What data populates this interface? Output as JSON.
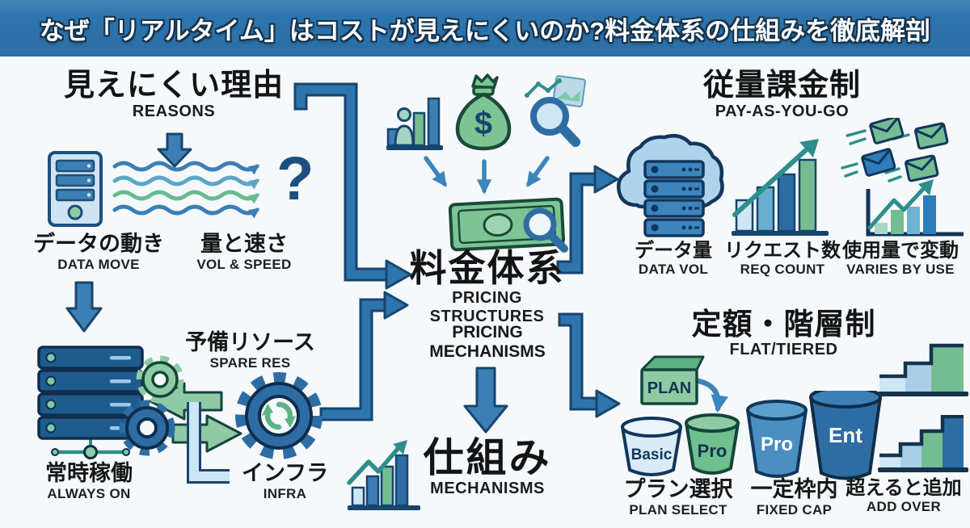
{
  "banner": {
    "title": "なぜ「リアルタイム」はコストが見えにくいのか?料金体系の仕組みを徹底解剖"
  },
  "reasons": {
    "heading_jp": "見えにくい理由",
    "heading_en": "REASONS",
    "question_mark": "?",
    "data_move": {
      "jp": "データの動き",
      "en": "DATA MOVE"
    },
    "vol_speed": {
      "jp": "量と速さ",
      "en": "VOL & SPEED"
    },
    "always_on": {
      "jp": "常時稼働",
      "en": "ALWAYS ON"
    },
    "spare_res": {
      "jp": "予備リソース",
      "en": "SPARE RES"
    },
    "infra": {
      "jp": "インフラ",
      "en": "INFRA"
    }
  },
  "pricing": {
    "heading_jp": "料金体系",
    "heading_en": "PRICING STRUCTURES",
    "caption_line1": "PRICING",
    "caption_line2": "MECHANISMS",
    "mechanism_jp": "仕組み",
    "mechanism_en": "MECHANISMS",
    "money_symbol": "$"
  },
  "pay_as_you_go": {
    "heading_jp": "従量課金制",
    "heading_en": "PAY-AS-YOU-GO",
    "data_vol": {
      "jp": "データ量",
      "en": "DATA VOL"
    },
    "req_count": {
      "jp": "リクエスト数",
      "en": "REQ COUNT"
    },
    "varies": {
      "jp": "使用量で変動",
      "en": "VARIES BY USE"
    }
  },
  "flat_tiered": {
    "heading_jp": "定額・階層制",
    "heading_en": "FLAT/TIERED",
    "plan_box_label": "PLAN",
    "bucket_basic": "Basic",
    "bucket_pro_green": "Pro",
    "bucket_pro_blue": "Pro",
    "bucket_ent": "Ent",
    "plan_select": {
      "jp": "プラン選択",
      "en": "PLAN SELECT"
    },
    "fixed_cap": {
      "jp": "一定枠内",
      "en": "FIXED CAP"
    },
    "add_over": {
      "jp": "超えると追加",
      "en": "ADD OVER"
    }
  },
  "colors": {
    "banner_blue": "#2e74ad",
    "arrow_blue": "#2e74ad",
    "accent_green": "#74bd93",
    "dark_navy": "#17456e",
    "teal": "#2e8f8a"
  }
}
